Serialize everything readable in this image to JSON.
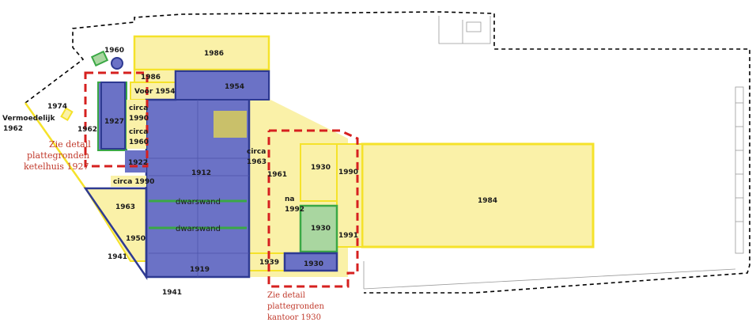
{
  "legend_colors": {
    "yellow_fill": "#faf1a8",
    "yellow_stroke": "#f5e22a",
    "blue_fill": "#6b72c6",
    "blue_stroke": "#2e3a92",
    "green_fill": "#a9d6a0",
    "green_stroke": "#3aa845",
    "red_dash": "#d6201f"
  },
  "years": {
    "y1960_top": "1960",
    "y1986_top": "1986",
    "y1986_small": "1986",
    "y1954": "1954",
    "voor1954": "Voor 1954",
    "y1974": "1974",
    "vermoedelijk": "Vermoedelijk",
    "y1962_left": "1962",
    "y1962_mid": "1962",
    "y1927": "1927",
    "circa_1": "circa",
    "y1990_a": "1990",
    "circa_2": "circa",
    "y1960_b": "1960",
    "y1922": "1922",
    "y1912": "1912",
    "circa_1963_a": "circa",
    "y1963_a": "1963",
    "y1961": "1961",
    "y1930_a": "1930",
    "y1990_b": "1990",
    "circa_1990": "circa 1990",
    "na": "na",
    "y1992": "1992",
    "y1963_b": "1963",
    "y1930_b": "1930",
    "y1991": "1991",
    "y1950": "1950",
    "y1941_a": "1941",
    "y1939": "1939",
    "y1930_c": "1930",
    "y1919": "1919",
    "y1941_b": "1941",
    "y1984": "1984"
  },
  "walls": {
    "dwarswand_1": "dwarswand",
    "dwarswand_2": "dwarswand"
  },
  "notes": {
    "ketelhuis_1": "Zie detail",
    "ketelhuis_2": "plattegronden",
    "ketelhuis_3": "ketelhuis 1927",
    "kantoor_1": "Zie detail",
    "kantoor_2": "plattegronden",
    "kantoor_3": "kantoor 1930"
  }
}
